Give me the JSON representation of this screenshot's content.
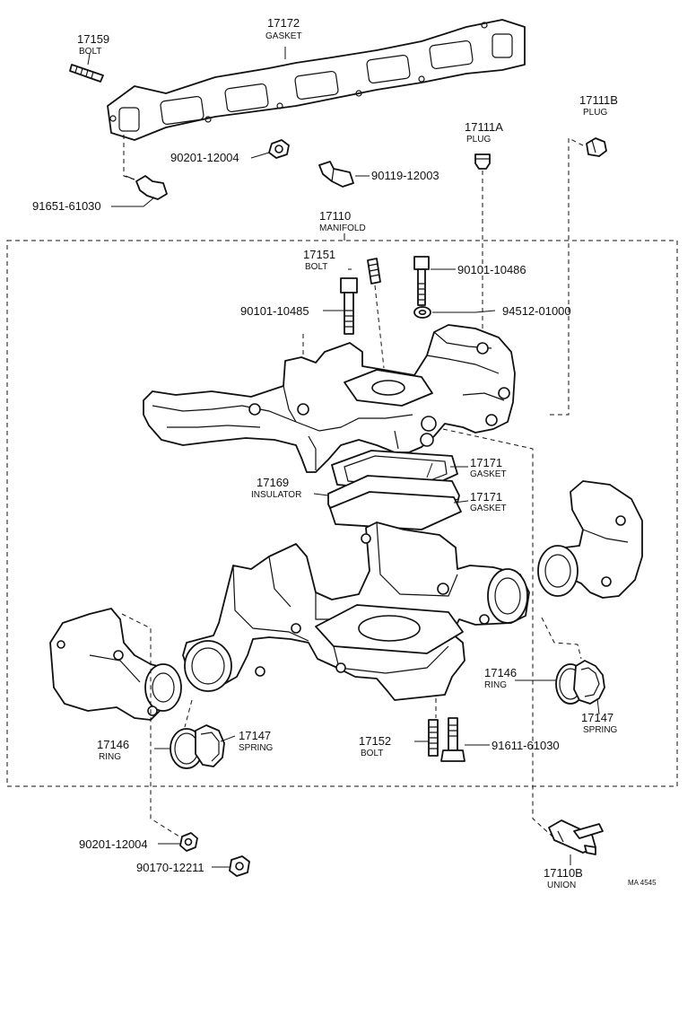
{
  "diagram": {
    "reference": "MA 4545",
    "callouts": {
      "c17159": {
        "number": "17159",
        "name": "BOLT"
      },
      "c17172": {
        "number": "17172",
        "name": "GASKET"
      },
      "c17111B": {
        "number": "17111B",
        "name": "PLUG"
      },
      "c17111A": {
        "number": "17111A",
        "name": "PLUG"
      },
      "c90201_top": {
        "number": "90201-12004"
      },
      "c90119": {
        "number": "90119-12003"
      },
      "c91651": {
        "number": "91651-61030"
      },
      "c17110": {
        "number": "17110",
        "name": "MANIFOLD"
      },
      "c17151": {
        "number": "17151",
        "name": "BOLT"
      },
      "c90101_486": {
        "number": "90101-10486"
      },
      "c90101_485": {
        "number": "90101-10485"
      },
      "c94512": {
        "number": "94512-01000"
      },
      "c17171_a": {
        "number": "17171",
        "name": "GASKET"
      },
      "c17169": {
        "number": "17169",
        "name": "INSULATOR"
      },
      "c17171_b": {
        "number": "17171",
        "name": "GASKET"
      },
      "c17146_r": {
        "number": "17146",
        "name": "RING"
      },
      "c17147_r": {
        "number": "17147",
        "name": "SPRING"
      },
      "c17146_l": {
        "number": "17146",
        "name": "RING"
      },
      "c17147_l": {
        "number": "17147",
        "name": "SPRING"
      },
      "c17152": {
        "number": "17152",
        "name": "BOLT"
      },
      "c91611": {
        "number": "91611-61030"
      },
      "c90201_bot": {
        "number": "90201-12004"
      },
      "c90170": {
        "number": "90170-12211"
      },
      "c17110B": {
        "number": "17110B",
        "name": "UNION"
      }
    }
  }
}
